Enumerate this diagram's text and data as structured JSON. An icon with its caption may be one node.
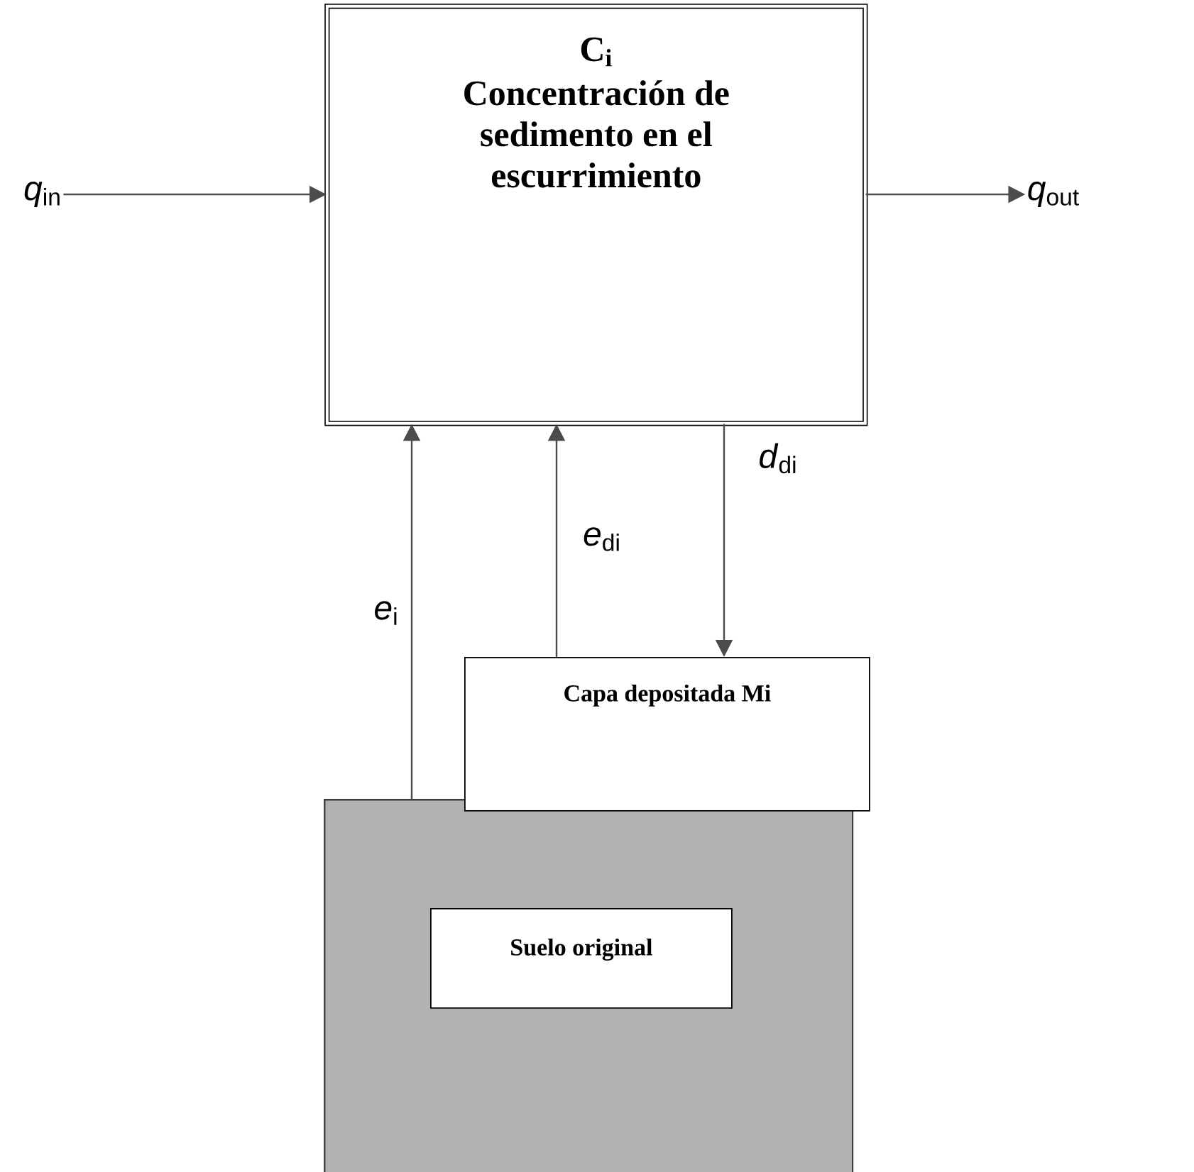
{
  "diagram": {
    "nodes": [
      {
        "text": [
          "*q*$_{in}$"
        ]
      },
      {
        "text": [
          "C$_{i}$",
          "Concentración de sedimento en el escurrimiento"
        ]
      },
      {
        "text": [
          "*q*$_{out}$"
        ]
      },
      {
        "text": [
          "Capa depositada Mi"
        ]
      },
      {
        "text": [],
        "shape": "box"
      },
      {
        "text": [
          "Suelo original"
        ],
        "in": 4
      }
    ],
    "edges": [
      {
        "from": 0,
        "to": 1,
        "arrow": "to"
      },
      {
        "from": 1,
        "to": 2,
        "arrow": "to"
      },
      {
        "from": 4,
        "to": 1,
        "arrow": "to",
        "label": "*e*$_{i}$"
      },
      {
        "from": 3,
        "to": 1,
        "arrow": "to",
        "label": "*e*$_{di}$"
      },
      {
        "from": 1,
        "to": 3,
        "arrow": "to",
        "label": "*d*$_{di}$"
      }
    ]
  }
}
